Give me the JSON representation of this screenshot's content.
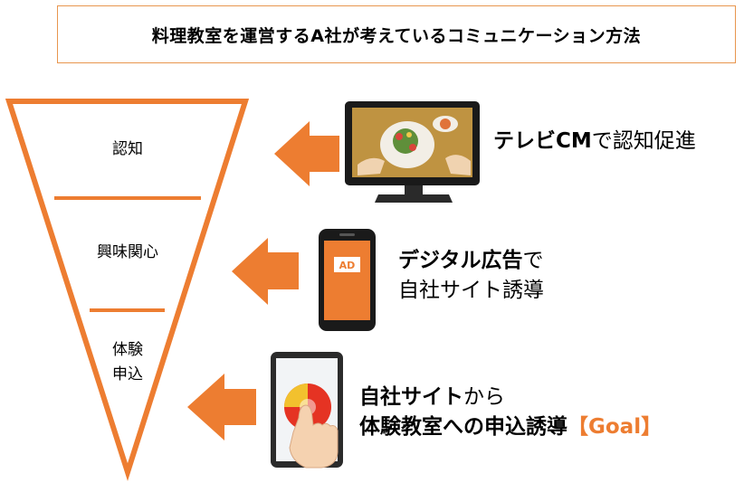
{
  "title": "料理教室を運営するA社が考えているコミュニケーション方法",
  "funnel": {
    "stages": [
      {
        "label": "認知"
      },
      {
        "label": "興味関心"
      },
      {
        "label_line1": "体験",
        "label_line2": "申込"
      }
    ]
  },
  "channels": [
    {
      "bold": "テレビCM",
      "normal": "で認知促進",
      "icon": "television-icon"
    },
    {
      "bold": "デジタル広告",
      "normal": "で",
      "line2": "自社サイト誘導",
      "icon": "smartphone-ad-icon",
      "ad_badge": "AD"
    },
    {
      "bold1": "自社サイト",
      "normal1": "から",
      "bold2": "体験教室への申込誘導",
      "goal": "【Goal】",
      "icon": "tablet-touch-icon"
    }
  ],
  "colors": {
    "accent": "#ed7d31",
    "border": "#e8964e",
    "dark": "#1a1a1a"
  }
}
